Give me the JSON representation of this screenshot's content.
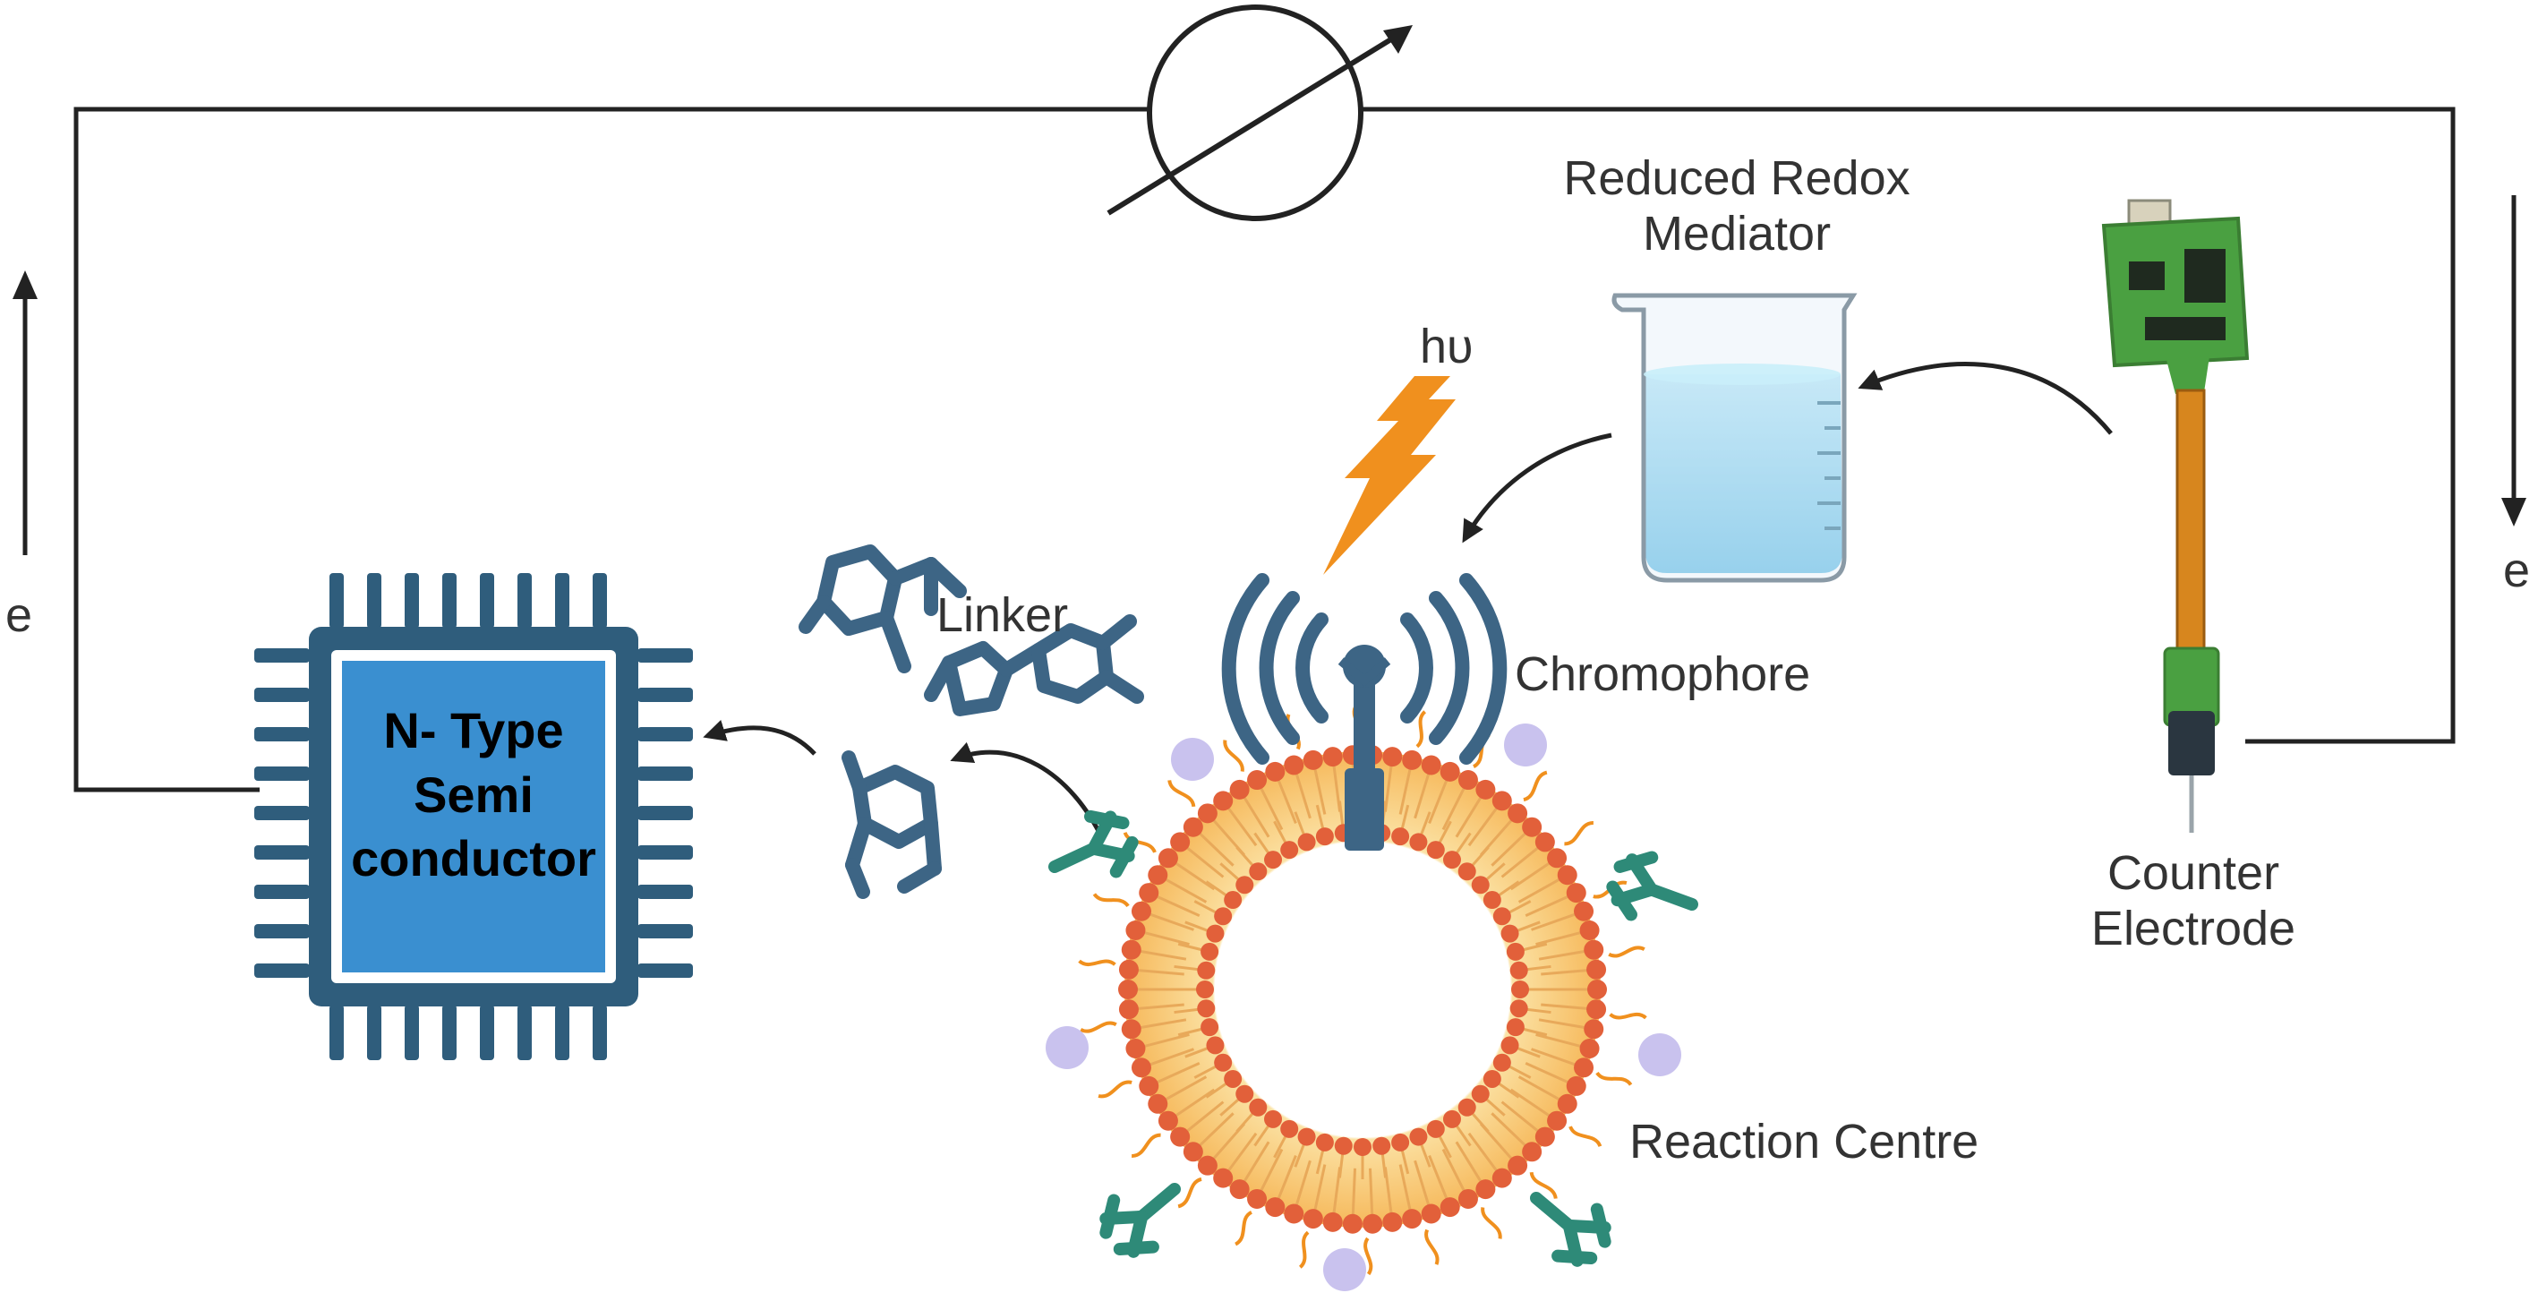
{
  "labels": {
    "reduced_redox_mediator": [
      "Reduced Redox",
      "Mediator"
    ],
    "photon": "hυ",
    "linker": "Linker",
    "chromophore": "Chromophore",
    "reaction_centre": "Reaction Centre",
    "counter_electrode": [
      "Counter",
      "Electrode"
    ],
    "electron_left": "e",
    "electron_right": "e",
    "semiconductor": [
      "N- Type",
      "Semi",
      "conductor"
    ]
  },
  "colors": {
    "wire": "#222222",
    "chip_frame": "#2f5d7c",
    "chip_core": "#3a8fd0",
    "linker_molecule": "#3d6585",
    "lightning": "#f0901e",
    "liposome_head": "#e2603a",
    "liposome_tail": "#f6c07a",
    "liposome_fill": "#f8c96a",
    "antibody": "#2e8a78",
    "vesicle_particle": "#c9c2ee",
    "water": "#8fd0ec",
    "electrode_pcb": "#4aa041",
    "electrode_cable": "#d7861e"
  },
  "icons": [
    "variable-resistor-icon",
    "beaker-icon",
    "lightning-icon",
    "chip-icon",
    "electrode-probe-icon",
    "antenna-signal-icon",
    "liposome-icon",
    "antibody-icon",
    "molecule-icon"
  ]
}
